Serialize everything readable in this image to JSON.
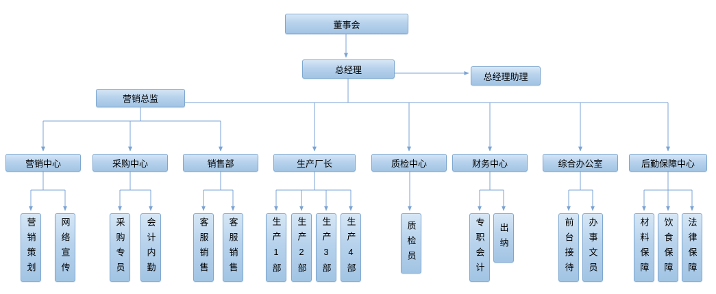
{
  "nodes": {
    "board": {
      "label": "董事会"
    },
    "general_manager": {
      "label": "总经理"
    },
    "gm_assistant": {
      "label": "总经理助理"
    },
    "marketing_director": {
      "label": "营销总监"
    }
  },
  "departments": [
    {
      "label": "营销中心"
    },
    {
      "label": "采购中心"
    },
    {
      "label": "销售部"
    },
    {
      "label": "生产厂长"
    },
    {
      "label": "质检中心"
    },
    {
      "label": "财务中心"
    },
    {
      "label": "综合办公室"
    },
    {
      "label": "后勤保障中心"
    }
  ],
  "leaves": [
    {
      "label": "营销策划"
    },
    {
      "label": "网络宣传"
    },
    {
      "label": "采购专员"
    },
    {
      "label": "会计内勤"
    },
    {
      "label": "客服销售"
    },
    {
      "label": "客服销售"
    },
    {
      "label": "生产1部"
    },
    {
      "label": "生产2部"
    },
    {
      "label": "生产3部"
    },
    {
      "label": "生产4部"
    },
    {
      "label": "质检员"
    },
    {
      "label": "专职会计"
    },
    {
      "label": "出纳"
    },
    {
      "label": "前台接待"
    },
    {
      "label": "办事文员"
    },
    {
      "label": "材料保障"
    },
    {
      "label": "饮食保障"
    },
    {
      "label": "法律保障"
    }
  ],
  "hierarchy": {
    "董事会": [
      "总经理"
    ],
    "总经理": [
      "总经理助理",
      "营销总监",
      "生产厂长",
      "质检中心",
      "财务中心",
      "综合办公室",
      "后勤保障中心"
    ],
    "营销总监": [
      "营销中心",
      "采购中心",
      "销售部"
    ],
    "营销中心": [
      "营销策划",
      "网络宣传"
    ],
    "采购中心": [
      "采购专员",
      "会计内勤"
    ],
    "销售部": [
      "客服销售",
      "客服销售"
    ],
    "生产厂长": [
      "生产1部",
      "生产2部",
      "生产3部",
      "生产4部"
    ],
    "质检中心": [
      "质检员"
    ],
    "财务中心": [
      "专职会计",
      "出纳"
    ],
    "综合办公室": [
      "前台接待",
      "办事文员"
    ],
    "后勤保障中心": [
      "材料保障",
      "饮食保障",
      "法律保障"
    ]
  },
  "colors": {
    "box_fill_top": "#d6e7f6",
    "box_fill_bottom": "#a2c4e4",
    "box_border": "#7ea7cf",
    "connector": "#7aa3d4"
  }
}
